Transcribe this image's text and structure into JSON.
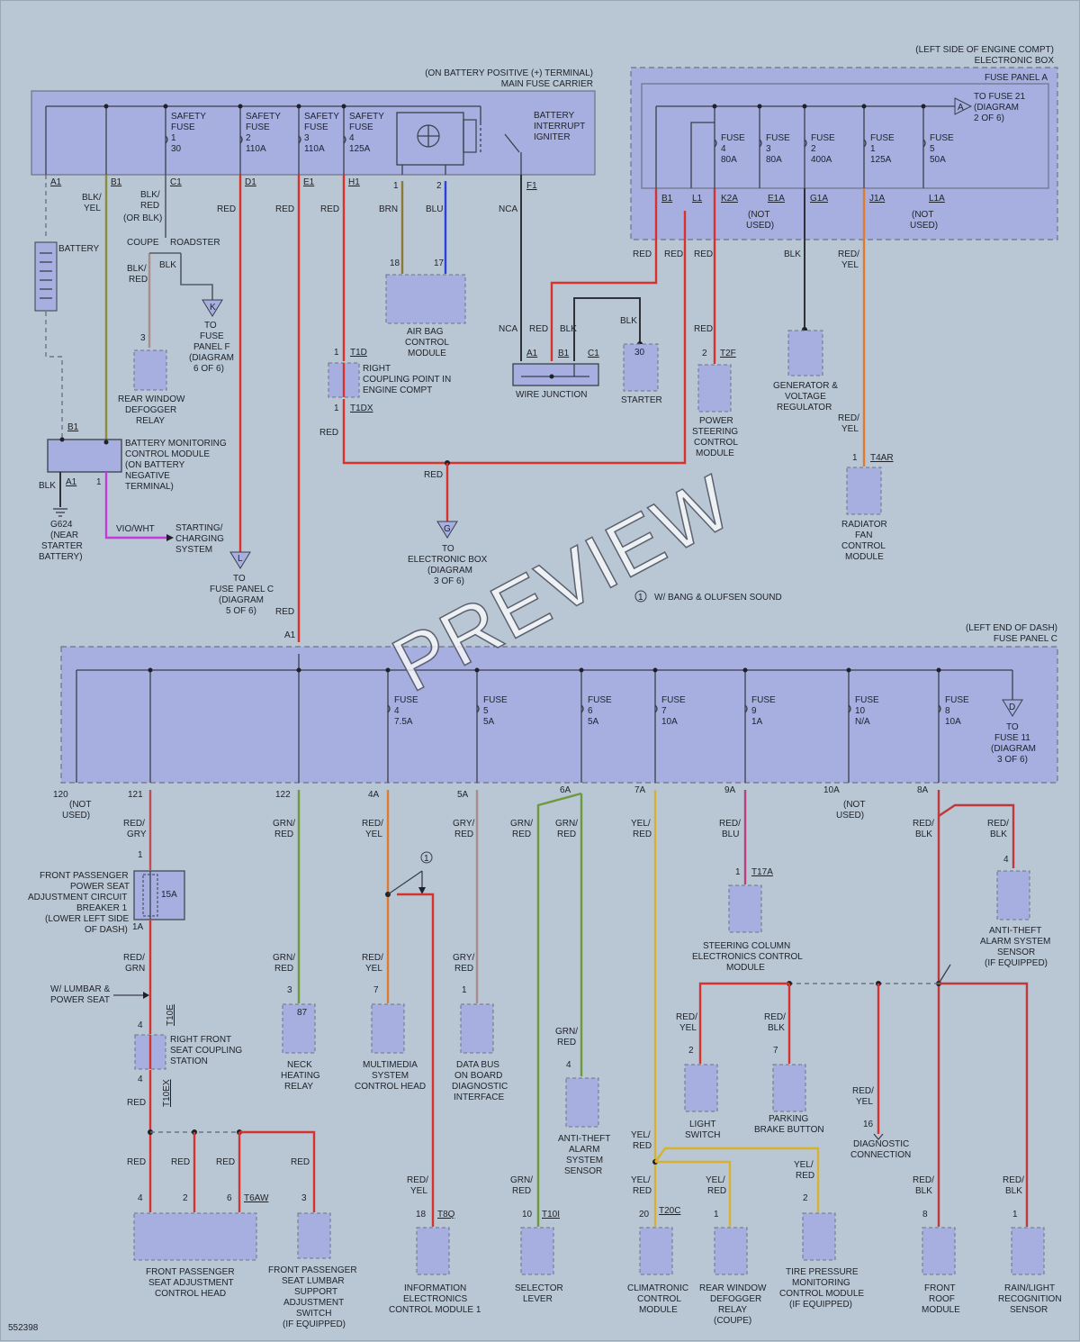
{
  "diagram_id": "552398",
  "watermark": "PREVIEW",
  "colors": {
    "background": "#b9c6d3",
    "component_fill": "#a6afe0",
    "wire_red": "#d8322c",
    "wire_green": "#6e9a3e",
    "wire_yellow": "#d9b131",
    "wire_blue": "#2c3fe0"
  },
  "main_fuse_carrier": {
    "location_line1": "(ON BATTERY POSITIVE (+) TERMINAL)",
    "location_line2": "MAIN FUSE CARRIER",
    "fuses": [
      {
        "l1": "SAFETY",
        "l2": "FUSE",
        "l3": "1",
        "l4": "30"
      },
      {
        "l1": "SAFETY",
        "l2": "FUSE",
        "l3": "2",
        "l4": "110A"
      },
      {
        "l1": "SAFETY",
        "l2": "FUSE",
        "l3": "3",
        "l4": "110A"
      },
      {
        "l1": "SAFETY",
        "l2": "FUSE",
        "l3": "4",
        "l4": "125A"
      }
    ],
    "igniter": {
      "l1": "BATTERY",
      "l2": "INTERRUPT",
      "l3": "IGNITER"
    },
    "pins": [
      "A1",
      "B1",
      "C1",
      "D1",
      "E1",
      "H1",
      "F1"
    ],
    "igniter_pins": [
      "1",
      "2"
    ]
  },
  "engine_box": {
    "location_line1": "(LEFT SIDE OF ENGINE COMPT)",
    "location_line2": "ELECTRONIC BOX",
    "panel_name": "FUSE PANEL A",
    "to_fuse": {
      "marker": "A",
      "l1": "TO FUSE 21",
      "l2": "(DIAGRAM",
      "l3": "2 OF 6)"
    },
    "fuses": [
      {
        "l1": "FUSE",
        "l2": "4",
        "l3": "80A"
      },
      {
        "l1": "FUSE",
        "l2": "3",
        "l3": "80A"
      },
      {
        "l1": "FUSE",
        "l2": "2",
        "l3": "400A"
      },
      {
        "l1": "FUSE",
        "l2": "1",
        "l3": "125A"
      },
      {
        "l1": "FUSE",
        "l2": "5",
        "l3": "50A"
      }
    ],
    "pins": [
      "B1",
      "L1",
      "K2A",
      "E1A",
      "G1A",
      "J1A",
      "L1A"
    ],
    "not_used_1": "(NOT",
    "not_used_2": "USED)"
  },
  "wire_labels": {
    "blk_yel": [
      "BLK/",
      "YEL"
    ],
    "blk_red_or": [
      "BLK/",
      "RED",
      "(OR BLK)"
    ],
    "red": "RED",
    "brn": "BRN",
    "blu": "BLU",
    "nca": "NCA",
    "blk": "BLK",
    "blk_red": [
      "BLK/",
      "RED"
    ],
    "red_yel": [
      "RED/",
      "YEL"
    ],
    "vio_wht": "VIO/WHT",
    "coupe": "COUPE",
    "roadster": "ROADSTER"
  },
  "top_components": {
    "battery": "BATTERY",
    "to_fuse_panel_f": {
      "marker": "K",
      "l1": "TO",
      "l2": "FUSE",
      "l3": "PANEL F",
      "l4": "(DIAGRAM",
      "l5": "6 OF 6)"
    },
    "rear_window_relay": {
      "pin": "3",
      "l1": "REAR WINDOW",
      "l2": "DEFOGGER",
      "l3": "RELAY"
    },
    "airbag": {
      "pin1": "18",
      "pin2": "17",
      "l1": "AIR BAG",
      "l2": "CONTROL",
      "l3": "MODULE"
    },
    "coupling": {
      "pin": "1",
      "tag1": "T1D",
      "tag2": "T1DX",
      "l1": "RIGHT",
      "l2": "COUPLING POINT IN",
      "l3": "ENGINE COMPT"
    },
    "wire_junction": {
      "pins": [
        "A1",
        "B1",
        "C1"
      ],
      "label": "WIRE JUNCTION"
    },
    "starter": {
      "pin": "30",
      "label": "STARTER"
    },
    "power_steering": {
      "pin": "2",
      "tag": "T2F",
      "l1": "POWER",
      "l2": "STEERING",
      "l3": "CONTROL",
      "l4": "MODULE"
    },
    "generator": {
      "l1": "GENERATOR &",
      "l2": "VOLTAGE",
      "l3": "REGULATOR"
    },
    "radiator_fan": {
      "pin": "1",
      "tag": "T4AR",
      "l1": "RADIATOR",
      "l2": "FAN",
      "l3": "CONTROL",
      "l4": "MODULE"
    },
    "battery_monitor": {
      "pin_b1": "B1",
      "pin_a1": "A1",
      "pin_1": "1",
      "l1": "BATTERY MONITORING",
      "l2": "CONTROL MODULE",
      "l3": "(ON BATTERY",
      "l4": "NEGATIVE",
      "l5": "TERMINAL)"
    },
    "ground": {
      "l1": "G624",
      "l2": "(NEAR",
      "l3": "STARTER",
      "l4": "BATTERY)"
    },
    "starting_charging": {
      "l1": "STARTING/",
      "l2": "CHARGING",
      "l3": "SYSTEM"
    },
    "to_fuse_panel_c": {
      "marker": "L",
      "l1": "TO",
      "l2": "FUSE PANEL C",
      "l3": "(DIAGRAM",
      "l4": "5 OF 6)"
    },
    "to_electronic_box": {
      "marker": "G",
      "l1": "TO",
      "l2": "ELECTRONIC BOX",
      "l3": "(DIAGRAM",
      "l4": "3 OF 6)"
    }
  },
  "note_bang": {
    "marker": "1",
    "text": "W/ BANG & OLUFSEN SOUND"
  },
  "dash_panel": {
    "location_line1": "(LEFT END OF DASH)",
    "location_line2": "FUSE PANEL C",
    "entry_pin": "A1",
    "fuses": [
      {
        "l1": "FUSE",
        "l2": "4",
        "l3": "7.5A"
      },
      {
        "l1": "FUSE",
        "l2": "5",
        "l3": "5A"
      },
      {
        "l1": "FUSE",
        "l2": "6",
        "l3": "5A"
      },
      {
        "l1": "FUSE",
        "l2": "7",
        "l3": "10A"
      },
      {
        "l1": "FUSE",
        "l2": "9",
        "l3": "1A"
      },
      {
        "l1": "FUSE",
        "l2": "10",
        "l3": "N/A"
      },
      {
        "l1": "FUSE",
        "l2": "8",
        "l3": "10A"
      }
    ],
    "to_fuse": {
      "marker": "D",
      "l1": "TO",
      "l2": "FUSE 11",
      "l3": "(DIAGRAM",
      "l4": "3 OF 6)"
    },
    "pins": [
      "120",
      "121",
      "122",
      "4A",
      "5A",
      "6A",
      "7A",
      "9A",
      "10A",
      "8A"
    ],
    "not_used_1": "(NOT",
    "not_used_2": "USED)"
  },
  "bottom_wire_labels": {
    "red_gry": [
      "RED/",
      "GRY"
    ],
    "grn_red": [
      "GRN/",
      "RED"
    ],
    "red_yel": [
      "RED/",
      "YEL"
    ],
    "gry_red": [
      "GRY/",
      "RED"
    ],
    "yel_red": [
      "YEL/",
      "RED"
    ],
    "red_blu": [
      "RED/",
      "BLU"
    ],
    "red_blk": [
      "RED/",
      "BLK"
    ],
    "red_grn": [
      "RED/",
      "GRN"
    ],
    "red": "RED"
  },
  "bottom_components": {
    "seat_breaker": {
      "pin1": "1",
      "pin2": "1A",
      "rating": "15A",
      "l1": "FRONT PASSENGER",
      "l2": "POWER SEAT",
      "l3": "ADJUSTMENT CIRCUIT",
      "l4": "BREAKER 1",
      "l5": "(LOWER LEFT SIDE",
      "l6": "OF DASH)"
    },
    "lumbar_note": {
      "l1": "W/ LUMBAR &",
      "l2": "POWER SEAT"
    },
    "seat_coupling": {
      "tag1": "T10E",
      "tag2": "T10EX",
      "pin": "4",
      "l1": "RIGHT FRONT",
      "l2": "SEAT COUPLING",
      "l3": "STATION"
    },
    "seat_head": {
      "pins": [
        "4",
        "2",
        "6"
      ],
      "tag": "T6AW",
      "l1": "FRONT PASSENGER",
      "l2": "SEAT ADJUSTMENT",
      "l3": "CONTROL HEAD"
    },
    "lumbar_switch": {
      "pin": "3",
      "l1": "FRONT PASSENGER",
      "l2": "SEAT LUMBAR",
      "l3": "SUPPORT",
      "l4": "ADJUSTMENT",
      "l5": "SWITCH",
      "l6": "(IF EQUIPPED)"
    },
    "neck_relay": {
      "pin": "3",
      "inner": "87",
      "l1": "NECK",
      "l2": "HEATING",
      "l3": "RELAY"
    },
    "multimedia": {
      "pin": "7",
      "l1": "MULTIMEDIA",
      "l2": "SYSTEM",
      "l3": "CONTROL HEAD"
    },
    "info_module": {
      "pin": "18",
      "tag": "T8Q",
      "l1": "INFORMATION",
      "l2": "ELECTRONICS",
      "l3": "CONTROL MODULE 1"
    },
    "data_bus": {
      "pin": "1",
      "l1": "DATA BUS",
      "l2": "ON BOARD",
      "l3": "DIAGNOSTIC",
      "l4": "INTERFACE"
    },
    "selector": {
      "pin": "10",
      "tag": "T10I",
      "l1": "SELECTOR",
      "l2": "LEVER"
    },
    "antitheft_sensor": {
      "pin": "4",
      "l1": "ANTI-THEFT",
      "l2": "ALARM",
      "l3": "SYSTEM",
      "l4": "SENSOR"
    },
    "climatronic": {
      "pin": "20",
      "tag": "T20C",
      "l1": "CLIMATRONIC",
      "l2": "CONTROL",
      "l3": "MODULE"
    },
    "rear_defogger": {
      "pin": "1",
      "l1": "REAR WINDOW",
      "l2": "DEFOGGER",
      "l3": "RELAY",
      "l4": "(COUPE)"
    },
    "tire_pressure": {
      "pin": "2",
      "l1": "TIRE PRESSURE",
      "l2": "MONITORING",
      "l3": "CONTROL MODULE",
      "l4": "(IF EQUIPPED)"
    },
    "steering_column": {
      "pin": "1",
      "tag": "T17A",
      "l1": "STEERING COLUMN",
      "l2": "ELECTRONICS CONTROL",
      "l3": "MODULE"
    },
    "light_switch": {
      "pin": "2",
      "l1": "LIGHT",
      "l2": "SWITCH"
    },
    "parking_brake": {
      "pin": "7",
      "l1": "PARKING",
      "l2": "BRAKE BUTTON"
    },
    "diag_connection": {
      "pin": "16",
      "l1": "DIAGNOSTIC",
      "l2": "CONNECTION"
    },
    "antitheft_alarm": {
      "pin": "4",
      "l1": "ANTI-THEFT",
      "l2": "ALARM SYSTEM",
      "l3": "SENSOR",
      "l4": "(IF EQUIPPED)"
    },
    "front_roof": {
      "pin": "8",
      "l1": "FRONT",
      "l2": "ROOF",
      "l3": "MODULE"
    },
    "rain_light": {
      "pin": "1",
      "l1": "RAIN/LIGHT",
      "l2": "RECOGNITION",
      "l3": "SENSOR"
    }
  }
}
